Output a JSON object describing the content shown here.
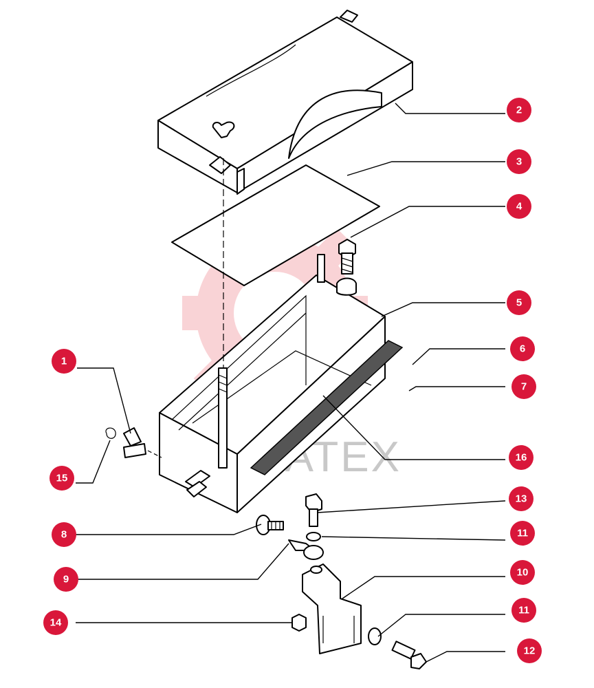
{
  "colors": {
    "callout": "#d9173a",
    "watermark": "#e63a4a",
    "line": "#000000"
  },
  "watermark": {
    "text": "MATEX"
  },
  "callouts": [
    {
      "id": "c2",
      "label": "2"
    },
    {
      "id": "c3",
      "label": "3"
    },
    {
      "id": "c4",
      "label": "4"
    },
    {
      "id": "c5",
      "label": "5"
    },
    {
      "id": "c6",
      "label": "6"
    },
    {
      "id": "c7",
      "label": "7"
    },
    {
      "id": "c1",
      "label": "1"
    },
    {
      "id": "c16",
      "label": "16"
    },
    {
      "id": "c15",
      "label": "15"
    },
    {
      "id": "c13",
      "label": "13"
    },
    {
      "id": "c8",
      "label": "8"
    },
    {
      "id": "c11a",
      "label": "11"
    },
    {
      "id": "c9",
      "label": "9"
    },
    {
      "id": "c10",
      "label": "10"
    },
    {
      "id": "c11b",
      "label": "11"
    },
    {
      "id": "c14",
      "label": "14"
    },
    {
      "id": "c12",
      "label": "12"
    }
  ]
}
